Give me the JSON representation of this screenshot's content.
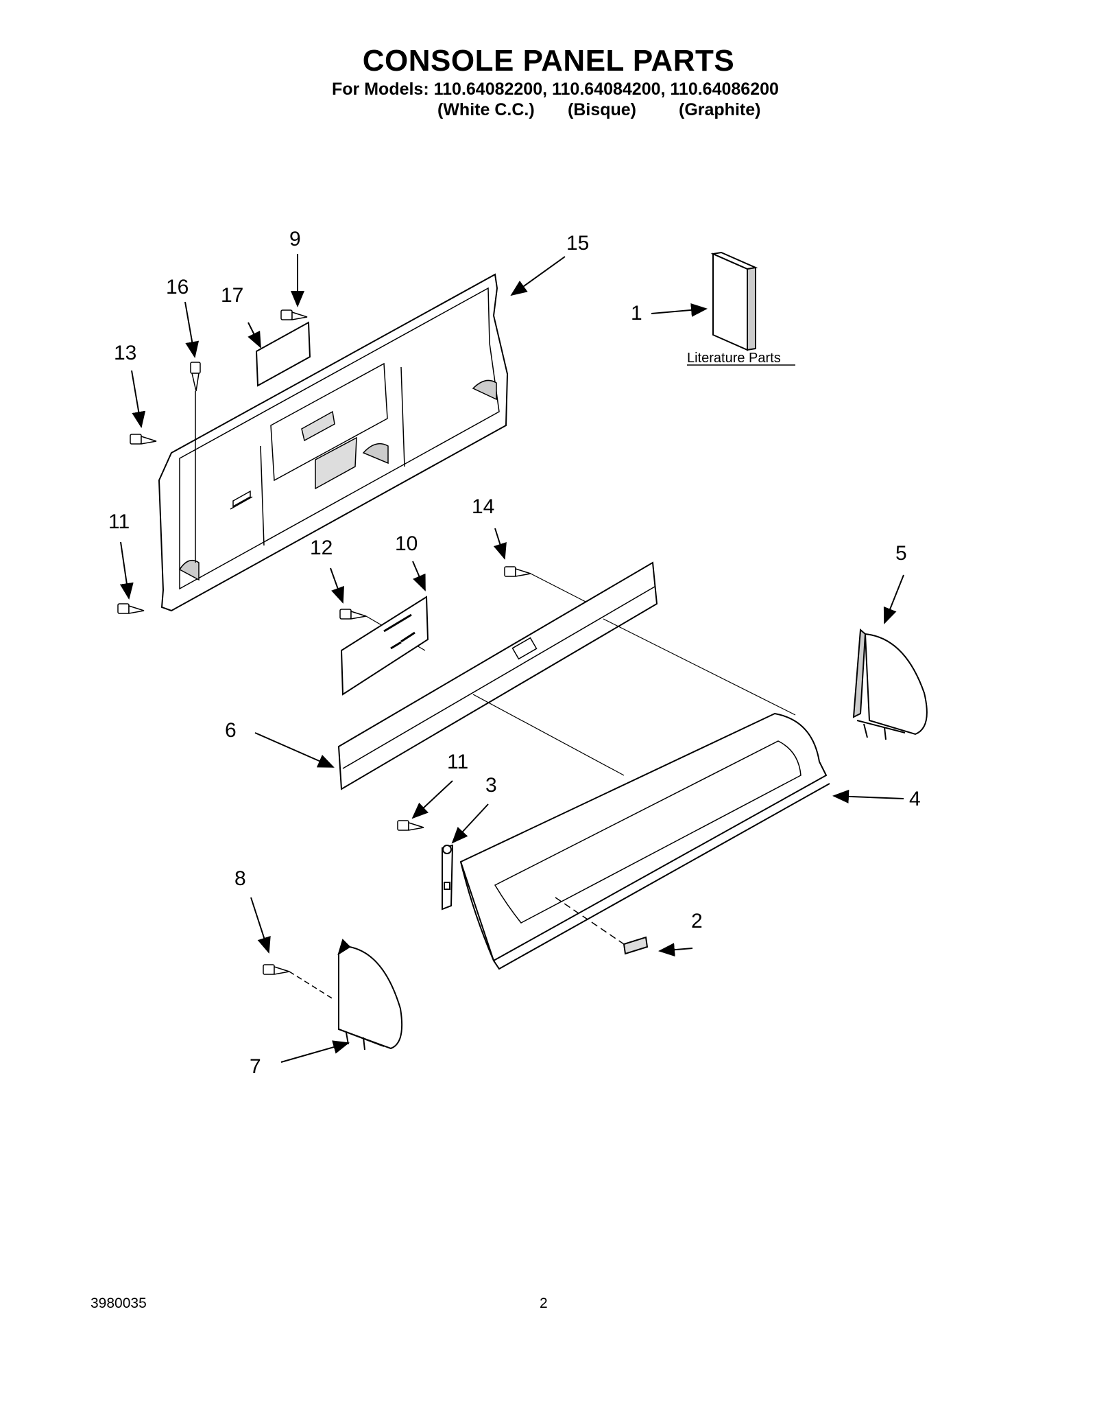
{
  "header": {
    "title": "CONSOLE PANEL PARTS",
    "models_line": "For Models: 110.64082200, 110.64084200, 110.64086200",
    "variants": [
      "(White C.C.)",
      "(Bisque)",
      "(Graphite)"
    ]
  },
  "diagram": {
    "literature_label": "Literature Parts",
    "callouts": {
      "c1": "1",
      "c2": "2",
      "c3": "3",
      "c4": "4",
      "c5": "5",
      "c6": "6",
      "c7": "7",
      "c8": "8",
      "c9": "9",
      "c10": "10",
      "c11a": "11",
      "c11b": "11",
      "c12": "12",
      "c13": "13",
      "c14": "14",
      "c15": "15",
      "c16": "16",
      "c17": "17"
    }
  },
  "footer": {
    "doc_number": "3980035",
    "page_number": "2"
  }
}
